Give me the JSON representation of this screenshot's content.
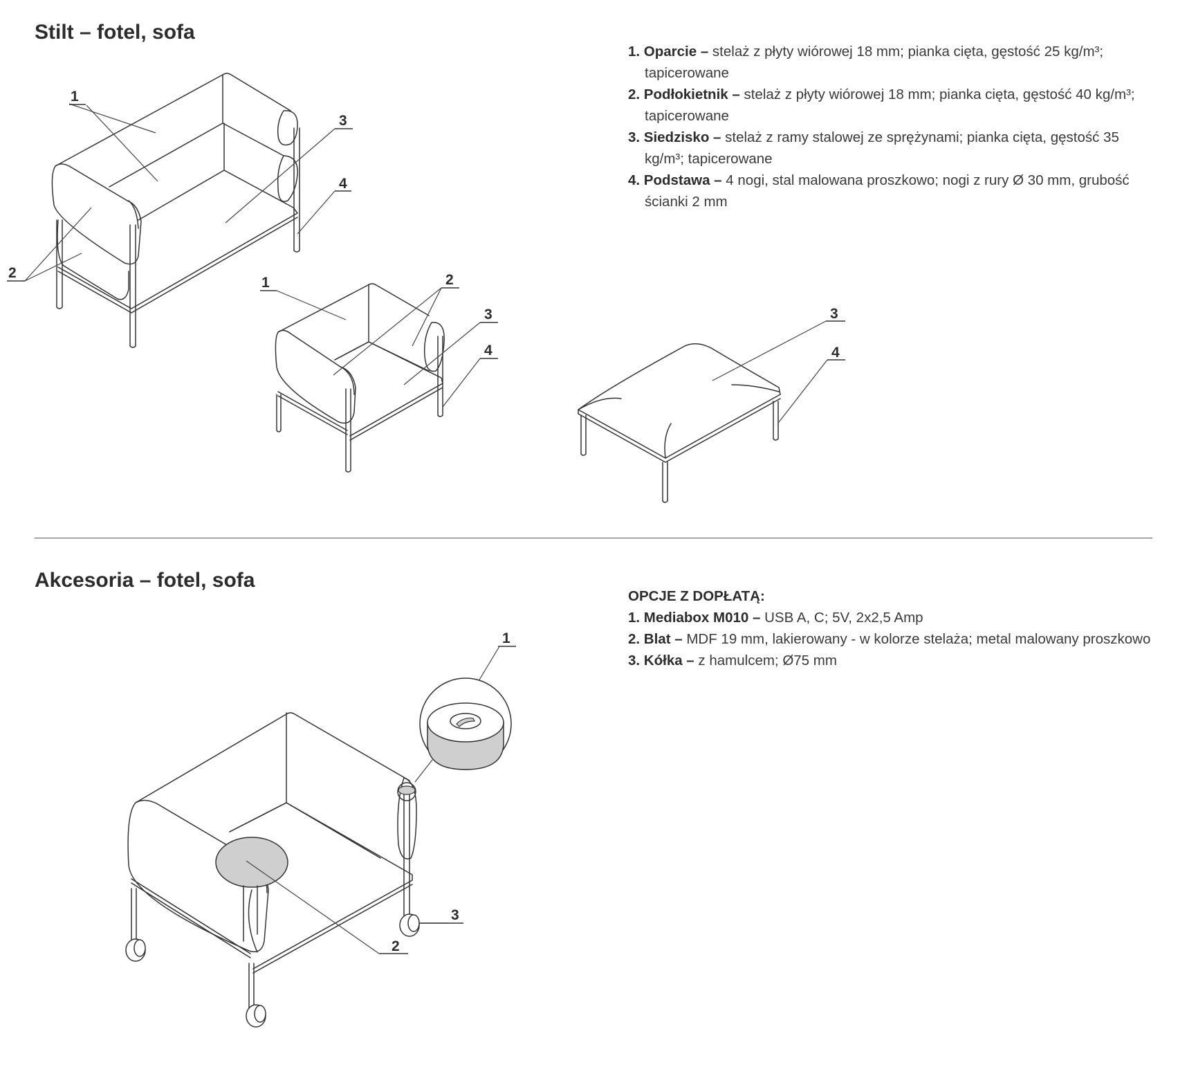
{
  "section1": {
    "title": "Stilt – fotel, sofa",
    "items": [
      {
        "label": "1. Oparcie –",
        "text": " stelaż z płyty wiórowej 18 mm; pianka cięta, gęstość 25 kg/m³; tapicerowane"
      },
      {
        "label": "2. Podłokietnik –",
        "text": " stelaż z płyty wiórowej 18 mm; pianka cięta, gęstość 40 kg/m³; tapicerowane"
      },
      {
        "label": "3. Siedzisko –",
        "text": " stelaż z ramy stalowej ze sprężynami; pianka cięta, gęstość 35 kg/m³; tapicerowane"
      },
      {
        "label": "4. Podstawa –",
        "text": " 4 nogi, stal malowana proszkowo; nogi z rury Ø 30 mm, grubość ścianki 2 mm"
      }
    ]
  },
  "section2": {
    "title": "Akcesoria – fotel, sofa",
    "heading": "OPCJE Z DOPŁATĄ:",
    "items": [
      {
        "label": "1. Mediabox M010 –",
        "text": " USB A, C; 5V, 2x2,5 Amp"
      },
      {
        "label": "2. Blat –",
        "text": " MDF 19 mm, lakierowany - w kolorze stelaża; metal malowany proszkowo"
      },
      {
        "label": "3. Kółka –",
        "text": " z hamulcem; Ø75 mm"
      }
    ]
  },
  "callouts": {
    "sofa": [
      "1",
      "2",
      "3",
      "4"
    ],
    "armchair": [
      "1",
      "2",
      "3",
      "4"
    ],
    "pouf": [
      "3",
      "4"
    ],
    "accessory": [
      "1",
      "2",
      "3"
    ]
  },
  "colors": {
    "line": "#333333",
    "fill_grey": "#cfcfcf"
  }
}
